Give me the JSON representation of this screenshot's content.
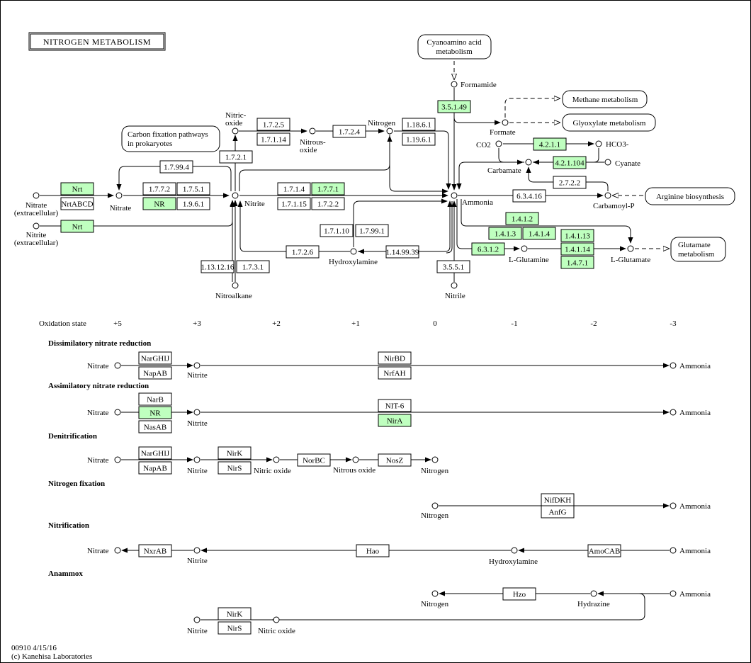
{
  "title": "NITROGEN METABOLISM",
  "footer": {
    "code": "00910 4/15/16",
    "copyright": "(c) Kanehisa Laboratories"
  },
  "colors": {
    "highlight": "#bfffbf",
    "stroke": "#000000",
    "background": "#ffffff"
  },
  "maps": {
    "cyanoamino": [
      "Cyanoamino acid",
      "metabolism"
    ],
    "carbon_fixation": [
      "Carbon fixation pathways",
      "in prokaryotes"
    ],
    "methane": "Methane metabolism",
    "glyoxylate": "Glyoxylate metabolism",
    "arginine": "Arginine biosynthesis",
    "glutamate": [
      "Glutamate",
      "metabolism"
    ]
  },
  "compounds": {
    "nitrate_ext": [
      "Nitrate",
      "(extracellular)"
    ],
    "nitrite_ext": [
      "Nitrite",
      "(extracellular)"
    ],
    "nitrate": "Nitrate",
    "nitrite": "Nitrite",
    "nitric_oxide": [
      "Nitric-",
      "oxide"
    ],
    "nitrous_oxide": [
      "Nitrous-",
      "oxide"
    ],
    "nitrogen": "Nitrogen",
    "ammonia": "Ammonia",
    "formamide": "Formamide",
    "formate": "Formate",
    "co2": "CO2",
    "hco3": "HCO3-",
    "carbamate": "Carbamate",
    "cyanate": "Cyanate",
    "carbamoyl_p": "Carbamoyl-P",
    "l_glutamine": "L-Glutamine",
    "l_glutamate": "L-Glutamate",
    "hydroxylamine": "Hydroxylamine",
    "nitroalkane": "Nitroalkane",
    "nitrile": "Nitrile"
  },
  "enzymes": {
    "nrt1": "Nrt",
    "nrtabcd": "NrtABCD",
    "nrt2": "Nrt",
    "e17772": "1.7.7.2",
    "e1751": "1.7.5.1",
    "nr_top": "NR",
    "e1961": "1.9.6.1",
    "e17994": "1.7.99.4",
    "e1725": "1.7.2.5",
    "e17114": "1.7.1.14",
    "e1721": "1.7.2.1",
    "e1724": "1.7.2.4",
    "e11861": "1.18.6.1",
    "e11961": "1.19.6.1",
    "e3549": "3.5.1.49",
    "e4211": "4.2.1.1",
    "e421104": "4.2.1.104",
    "e2722": "2.7.2.2",
    "e17114b": "1.7.1.4",
    "e1771": "1.7.7.1",
    "e17115": "1.7.1.15",
    "e1722": "1.7.2.2",
    "e63416": "6.3.4.16",
    "e1412": "1.4.1.2",
    "e1413": "1.4.1.3",
    "e1414": "1.4.1.4",
    "e14113": "1.4.1.13",
    "e14114": "1.4.1.14",
    "e1471": "1.4.7.1",
    "e6312": "6.3.1.2",
    "e17110": "1.7.1.10",
    "e17991": "1.7.99.1",
    "e1726": "1.7.2.6",
    "e114": "1.14.99.39",
    "e113": "1.13.12.16",
    "e1731": "1.7.3.1",
    "e3551": "3.5.5.1"
  },
  "oxidation": {
    "label": "Oxidation state",
    "states": [
      "+5",
      "+3",
      "+2",
      "+1",
      "0",
      "-1",
      "-2",
      "-3"
    ]
  },
  "modules": {
    "dissimilatory": {
      "title": "Dissimilatory nitrate reduction",
      "nitrate": "Nitrate",
      "nitrite": "Nitrite",
      "ammonia": "Ammonia",
      "e1": "NarGHIJ",
      "e2": "NapAB",
      "e3": "NirBD",
      "e4": "NrfAH"
    },
    "assimilatory": {
      "title": "Assimilatory nitrate reduction",
      "nitrate": "Nitrate",
      "nitrite": "Nitrite",
      "ammonia": "Ammonia",
      "e1": "NarB",
      "e2": "NR",
      "e3": "NasAB",
      "e4": "NIT-6",
      "e5": "NirA"
    },
    "denitrification": {
      "title": "Denitrification",
      "nitrate": "Nitrate",
      "nitrite": "Nitrite",
      "nitric_oxide": "Nitric oxide",
      "nitrous_oxide": "Nitrous oxide",
      "nitrogen": "Nitrogen",
      "e1": "NarGHIJ",
      "e2": "NapAB",
      "e3": "NirK",
      "e4": "NirS",
      "e5": "NorBC",
      "e6": "NosZ"
    },
    "fixation": {
      "title": "Nitrogen fixation",
      "nitrogen": "Nitrogen",
      "ammonia": "Ammonia",
      "e1": "NifDKH",
      "e2": "AnfG"
    },
    "nitrification": {
      "title": "Nitrification",
      "nitrate": "Nitrate",
      "nitrite": "Nitrite",
      "hydroxylamine": "Hydroxylamine",
      "ammonia": "Ammonia",
      "e1": "NxrAB",
      "e2": "Hao",
      "e3": "AmoCAB"
    },
    "anammox": {
      "title": "Anammox",
      "nitrogen": "Nitrogen",
      "hydrazine": "Hydrazine",
      "ammonia": "Ammonia",
      "nitrite": "Nitrite",
      "nitric_oxide": "Nitric oxide",
      "e1": "Hzo",
      "e2": "NirK",
      "e3": "NirS"
    }
  }
}
